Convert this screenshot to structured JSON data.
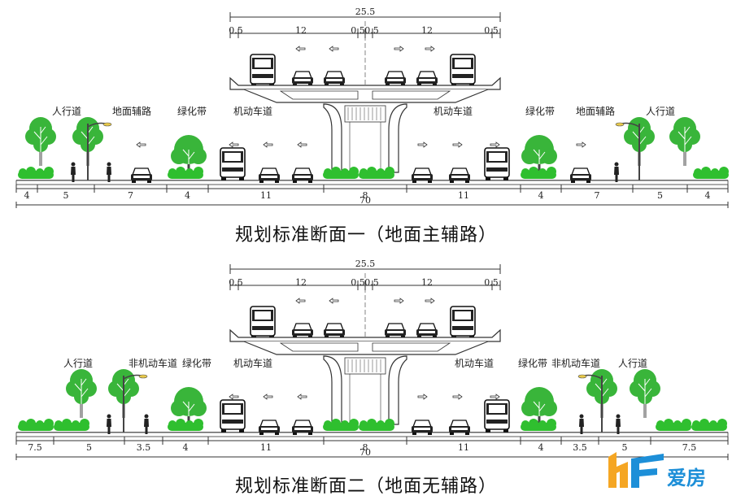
{
  "captions": {
    "section1": "规划标准断面一（地面主辅路）",
    "section2": "规划标准断面二（地面无辅路）"
  },
  "elevated": {
    "total": "25.5",
    "parts": [
      "0.5",
      "12",
      "0.5",
      "0.5",
      "12",
      "0.5"
    ]
  },
  "section1": {
    "zones": [
      {
        "label": "人行道",
        "width": "5"
      },
      {
        "label": "地面辅路",
        "width": "7"
      },
      {
        "label": "绿化带",
        "width": "4"
      },
      {
        "label": "机动车道",
        "width": "11"
      },
      {
        "label": "",
        "width": "8"
      },
      {
        "label": "机动车道",
        "width": "11"
      },
      {
        "label": "绿化带",
        "width": "4"
      },
      {
        "label": "地面辅路",
        "width": "7"
      },
      {
        "label": "人行道",
        "width": "5"
      }
    ],
    "edge_left": "4",
    "edge_right": "4",
    "total": "70"
  },
  "section2": {
    "zones": [
      {
        "label": "人行道",
        "width": "5"
      },
      {
        "label": "非机动车道",
        "width": "3.5"
      },
      {
        "label": "绿化带",
        "width": "4"
      },
      {
        "label": "机动车道",
        "width": "11"
      },
      {
        "label": "",
        "width": "8"
      },
      {
        "label": "机动车道",
        "width": "11"
      },
      {
        "label": "绿化带",
        "width": "4"
      },
      {
        "label": "非机动车道",
        "width": "3.5"
      },
      {
        "label": "人行道",
        "width": "5"
      }
    ],
    "edge_left": "7.5",
    "edge_right": "7.5",
    "total": "70"
  },
  "watermark": {
    "text": "爱房",
    "colors": {
      "orange": "#f5a623",
      "blue": "#1d8fd8"
    }
  },
  "colors": {
    "tree": "#39b53a",
    "hedge": "#2fbf2f",
    "line": "#333333"
  }
}
